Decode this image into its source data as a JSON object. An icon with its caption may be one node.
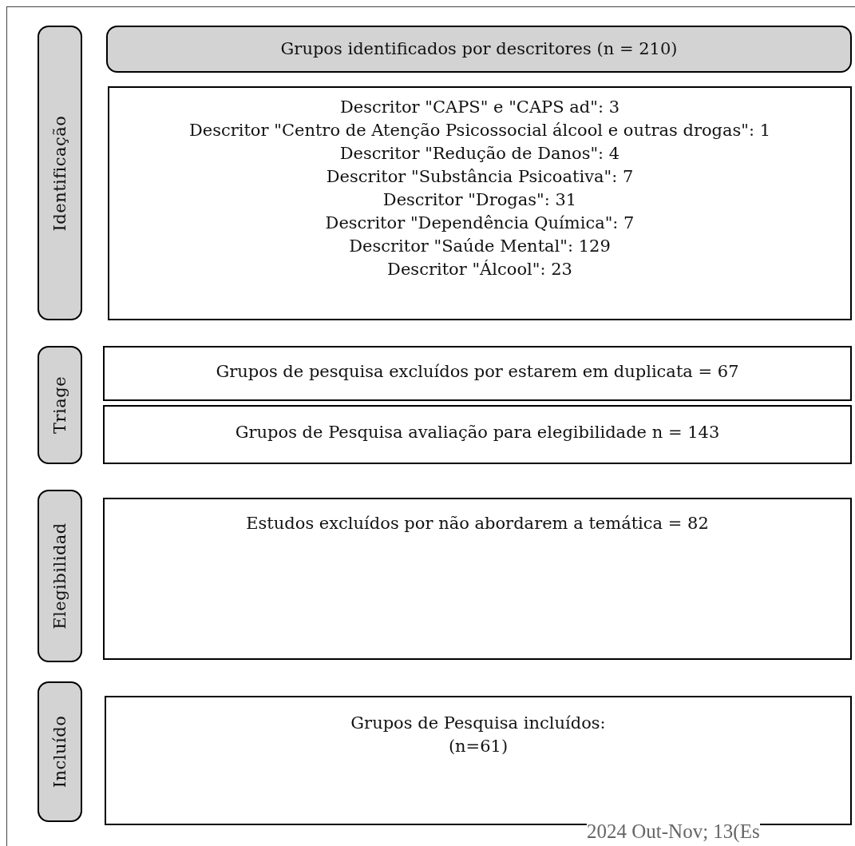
{
  "diagram": {
    "nodes": [
      {
        "text": [
          "Identificação"
        ]
      },
      {
        "text": [
          "Grupos identificados por descritores (n = 210)"
        ]
      },
      {
        "text": [
          "Descritor \"CAPS\" e \"CAPS ad\": 3",
          "Descritor \"Centro de Atenção Psicossocial álcool e outras drogas\": 1",
          "Descritor \"Redução de Danos\": 4",
          "Descritor \"Substância Psicoativa\": 7",
          "Descritor \"Drogas\": 31",
          "Descritor \"Dependência Química\": 7",
          "Descritor \"Saúde Mental\": 129",
          "Descritor \"Álcool\": 23"
        ]
      },
      {
        "text": [
          "Triage"
        ]
      },
      {
        "text": [
          "Grupos de pesquisa excluídos por estarem em duplicata = 67"
        ]
      },
      {
        "text": [
          "Grupos de Pesquisa avaliação para elegibilidade n = 143"
        ]
      },
      {
        "text": [
          "Elegibilidad"
        ]
      },
      {
        "text": [
          "Estudos excluídos por não abordarem a temática = 82"
        ]
      },
      {
        "text": [
          "Incluído"
        ]
      },
      {
        "text": [
          "Grupos de Pesquisa incluídos: (n=61)"
        ]
      }
    ],
    "edges": [],
    "labels": [
      "2024 Out-Nov; 13(Es"
    ]
  }
}
